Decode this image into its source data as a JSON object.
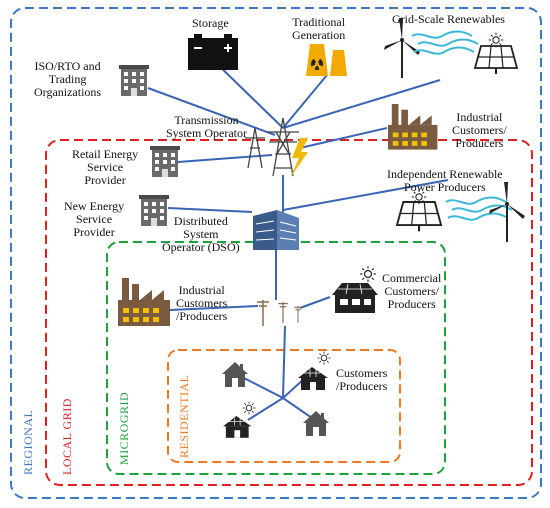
{
  "zones": {
    "regional": "REGIONAL",
    "local_grid": "LOCAL GRID",
    "microgrid": "MICROGRID",
    "residential": "RESIDENTIAL"
  },
  "labels": {
    "storage": "Storage",
    "traditional_generation": [
      "Traditional",
      "Generation"
    ],
    "grid_scale_renewables": "Grid-Scale Renewables",
    "iso_rto": [
      "ISO/RTO and",
      "Trading",
      "Organizations"
    ],
    "tso": [
      "Transmission",
      "System Operator"
    ],
    "industrial_top": [
      "Industrial",
      "Customers/",
      "Producers"
    ],
    "retail": [
      "Retail Energy",
      "Service",
      "Provider"
    ],
    "independent": [
      "Independent Renewable",
      "Power Producers"
    ],
    "new_energy": [
      "New Energy",
      "Service",
      "Provider"
    ],
    "dso": [
      "Distributed",
      "System",
      "Operator (DSO)"
    ],
    "industrial_micro": [
      "Industrial",
      "Customers",
      "/Producers"
    ],
    "commercial": [
      "Commercial",
      "Customers/",
      "Producers"
    ],
    "customers_res": [
      "Customers",
      "/Producers"
    ]
  },
  "colors": {
    "regional": "#3a78c8",
    "local_grid": "#e02020",
    "microgrid": "#1aa33a",
    "residential": "#f07820",
    "line": "#3a64b4",
    "factory": "#7a5a40",
    "window": "#f2c200",
    "building": "#3a5a8a",
    "dark": "#222222"
  },
  "icons": [
    "battery-icon",
    "nuclear-plant-icon",
    "wind-turbine-icon",
    "solar-panel-icon",
    "office-building-icon",
    "transmission-tower-icon",
    "lightning-icon",
    "factory-icon",
    "skyscraper-icon",
    "utility-pole-icon",
    "house-icon",
    "sun-icon"
  ]
}
